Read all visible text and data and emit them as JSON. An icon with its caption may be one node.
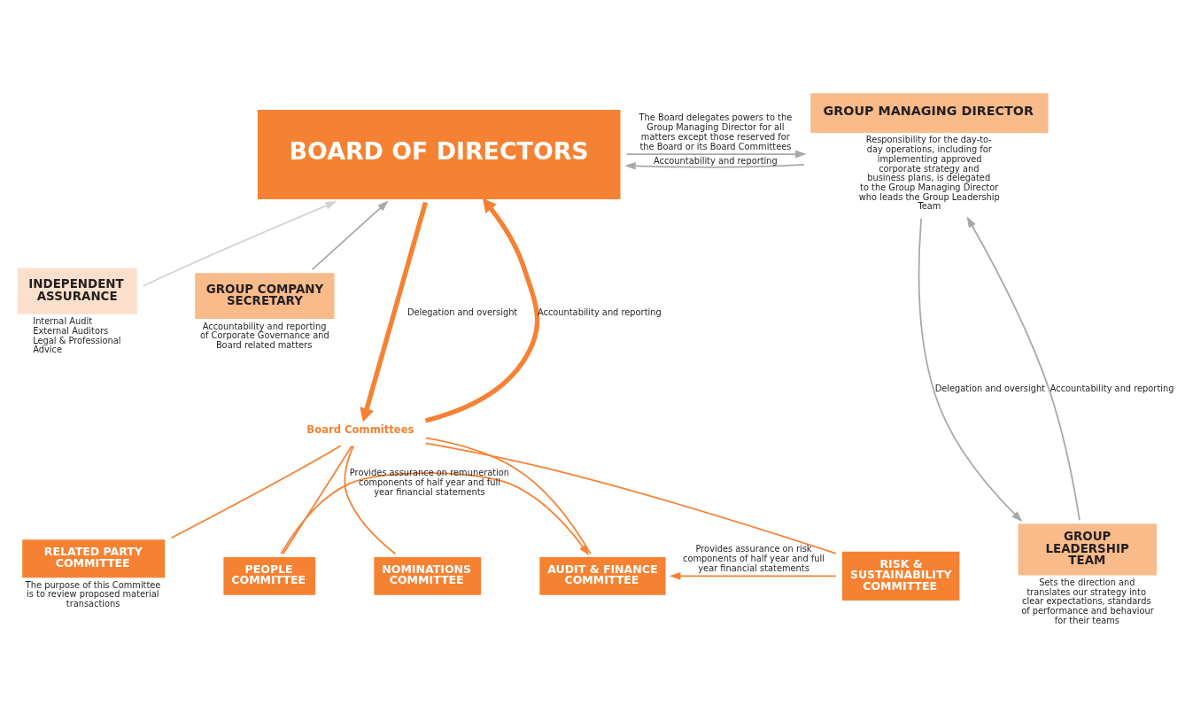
{
  "diagram": {
    "nodes": [
      {
        "text": [
          "BOARD OF DIRECTORS"
        ]
      },
      {
        "text": [
          "GROUP MANAGING DIRECTOR"
        ],
        "beside": [
          "Responsibility for the day-to-day operations, including for implementing approved corporate strategy and business plans, is delegated to the Group Managing Director who leads the Group Leadership Team"
        ]
      },
      {
        "text": [
          "INDEPENDENT ASSURANCE"
        ],
        "beside": [
          "Internal Audit",
          "External Auditors",
          "Legal & Professional Advice"
        ]
      },
      {
        "text": [
          "GROUP COMPANY SECRETARY"
        ],
        "beside": [
          "Accountability and reporting of Corporate Governance and Board related matters"
        ]
      },
      {
        "text": [
          "Board Committees"
        ]
      },
      {
        "text": [
          "RELATED PARTY COMMITTEE"
        ],
        "beside": [
          "The purpose of this Committee is to review proposed material transactions"
        ]
      },
      {
        "text": [
          "PEOPLE COMMITTEE"
        ]
      },
      {
        "text": [
          "NOMINATIONS COMMITTEE"
        ]
      },
      {
        "text": [
          "AUDIT & FINANCE COMMITTEE"
        ]
      },
      {
        "text": [
          "RISK & SUSTAINABILITY COMMITTEE"
        ]
      },
      {
        "text": [
          "GROUP LEADERSHIP TEAM"
        ],
        "beside": [
          "Sets the direction and translates our strategy into clear expectations, standards of performance and behaviour for their teams"
        ]
      }
    ],
    "edges": [
      {
        "from": 1,
        "to": 0,
        "arrow": "to",
        "label": "Accountability and reporting",
        "color": "#a7a9ac"
      },
      {
        "from": 0,
        "to": 1,
        "arrow": "to",
        "label": "The Board delegates powers to the Group Managing Director for all matters except those reserved for the Board or its Board Committees",
        "color": "#a7a9ac"
      },
      {
        "from": 2,
        "to": 0,
        "arrow": "to",
        "color": "#d1d3d4"
      },
      {
        "from": 3,
        "to": 0,
        "arrow": "to",
        "color": "#a7a9ac"
      },
      {
        "from": 0,
        "to": 4,
        "arrow": "to",
        "label": "Delegation and oversight",
        "style": "thick"
      },
      {
        "from": 4,
        "to": 0,
        "arrow": "to",
        "label": "Accountability and reporting",
        "style": "thick"
      },
      {
        "from": 4,
        "to": 5,
        "arrow": "none"
      },
      {
        "from": 4,
        "to": 6,
        "arrow": "none"
      },
      {
        "from": 4,
        "to": 7,
        "arrow": "none"
      },
      {
        "from": 4,
        "to": 8,
        "arrow": "none"
      },
      {
        "from": 4,
        "to": 9,
        "arrow": "none"
      },
      {
        "from": 6,
        "to": 8,
        "arrow": "to",
        "label": "Provides assurance on remuneration components of half year and full year financial statements"
      },
      {
        "from": 9,
        "to": 8,
        "arrow": "to",
        "label": "Provides assurance on risk components of half year and full year financial statements"
      },
      {
        "from": 1,
        "to": 10,
        "arrow": "to",
        "label": "Delegation and oversight",
        "color": "#a7a9ac"
      },
      {
        "from": 10,
        "to": 1,
        "arrow": "to",
        "label": "Accountability and reporting",
        "color": "#a7a9ac"
      }
    ]
  }
}
